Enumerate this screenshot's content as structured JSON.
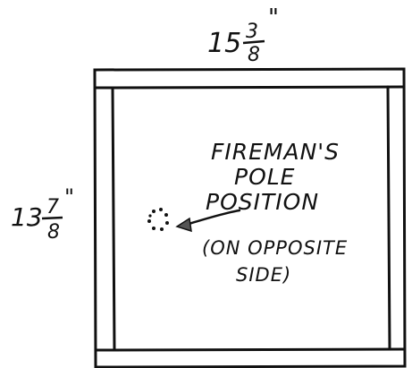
{
  "dimensions": {
    "width_label": {
      "whole": "15",
      "numerator": "3",
      "denominator": "8",
      "unit": "\""
    },
    "height_label": {
      "whole": "13",
      "numerator": "7",
      "denominator": "8",
      "unit": "\""
    }
  },
  "annotation": {
    "lines": [
      "FIREMAN'S",
      "POLE",
      "POSITION"
    ],
    "note_lines": [
      "(ON OPPOSITE",
      "SIDE)"
    ]
  },
  "colors": {
    "ink": "#111111",
    "paper": "#ffffff"
  }
}
